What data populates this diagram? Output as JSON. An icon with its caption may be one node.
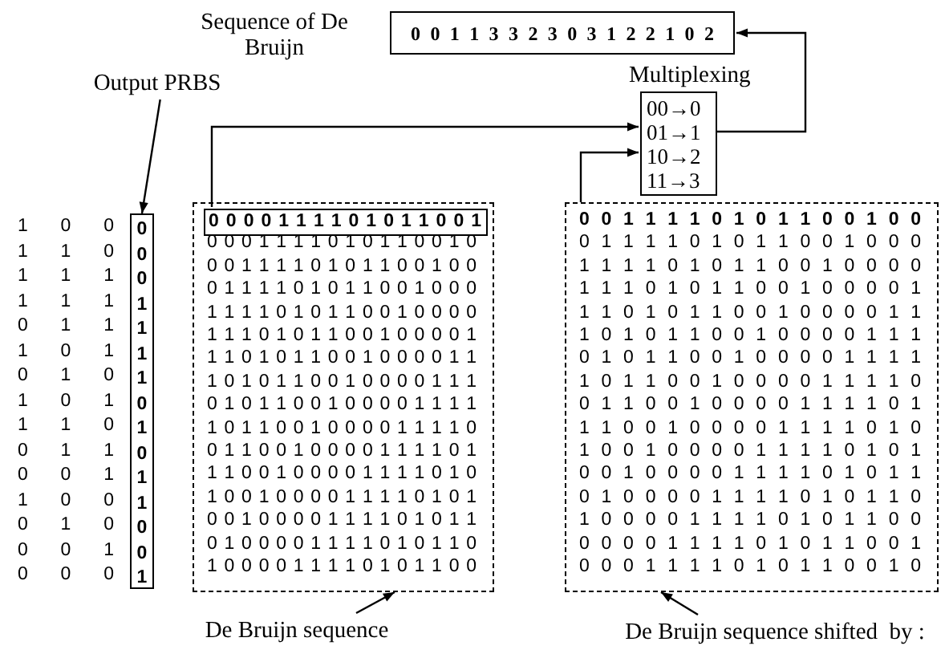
{
  "diagram": {
    "nodes": [
      {
        "text": [
          "0 0 1 1 3 3 2 3 0 3 1 2 2 1 0 2"
        ]
      },
      {
        "text": [
          "00→0",
          "01→1",
          "10→2",
          "11→3"
        ],
        "beside": [
          "Multiplexing"
        ]
      },
      {
        "text": [
          "Output PRBS"
        ]
      },
      {
        "text": [
          "0 0 0 1 1 1 1 0 1 0 1 1 0 0 1"
        ]
      },
      {
        "text": [
          "0 0 0 1 1 1 1 0 1 0 1 1 0 0 1 0",
          "0 0 1 1 1 1 0 1 0 1 1 0 0 1 0 0",
          "0 1 1 1 1 0 1 0 1 1 0 0 1 0 0 0",
          "1 1 1 1 0 1 0 1 1 0 0 1 0 0 0 0",
          "1 1 1 0 1 0 1 1 0 0 1 0 0 0 0 1",
          "1 1 0 1 0 1 1 0 0 1 0 0 0 0 1 1",
          "1 0 1 0 1 1 0 0 1 0 0 0 0 1 1 1",
          "0 1 0 1 1 0 0 1 0 0 0 0 1 1 1 1",
          "1 0 1 1 0 0 1 0 0 0 0 1 1 1 1 0",
          "0 1 1 0 0 1 0 0 0 0 1 1 1 1 0 1",
          "1 1 0 0 1 0 0 0 0 1 1 1 1 0 1 0",
          "1 0 0 1 0 0 0 0 1 1 1 1 0 1 0 1",
          "0 0 1 0 0 0 0 1 1 1 1 0 1 0 1 1",
          "0 1 0 0 0 0 1 1 1 1 0 1 0 1 1 0",
          "1 0 0 0 0 1 1 1 1 0 1 0 1 1 0 0"
        ]
      },
      {
        "text": [
          "0 0 0 0 1 1 1 1 0 1 0 1 1 0 0 1"
        ],
        "in": 4
      },
      {
        "text": [
          "0 0 1 1 1 1 0 1 0 1 1 0 0 1 0 0",
          "0 1 1 1 1 0 1 0 1 1 0 0 1 0 0 0",
          "1 1 1 1 0 1 0 1 1 0 0 1 0 0 0 0",
          "1 1 1 0 1 0 1 1 0 0 1 0 0 0 0 1",
          "1 1 0 1 0 1 1 0 0 1 0 0 0 0 1 1",
          "1 0 1 0 1 1 0 0 1 0 0 0 0 1 1 1",
          "0 1 0 1 1 0 0 1 0 0 0 0 1 1 1 1",
          "1 0 1 1 0 0 1 0 0 0 0 1 1 1 1 0",
          "0 1 1 0 0 1 0 0 0 0 1 1 1 1 0 1",
          "1 1 0 0 1 0 0 0 0 1 1 1 1 0 1 0",
          "1 0 0 1 0 0 0 0 1 1 1 1 0 1 0 1",
          "0 0 1 0 0 0 0 1 1 1 1 0 1 0 1 1",
          "0 1 0 0 0 0 1 1 1 1 0 1 0 1 1 0",
          "1 0 0 0 0 1 1 1 1 0 1 0 1 1 0 0",
          "0 0 0 0 1 1 1 1 0 1 0 1 1 0 0 1",
          "0 0 0 1 1 1 1 0 1 0 1 1 0 0 1 0"
        ]
      },
      {
        "text": [
          "De Bruijn sequence"
        ]
      },
      {
        "text": [
          "De Bruijn sequence shifted  by :"
        ]
      }
    ],
    "edges": [
      {
        "from": 2,
        "to": 3,
        "arrow": "to"
      },
      {
        "from": 5,
        "to": 1,
        "arrow": "to"
      },
      {
        "from": 6,
        "to": 1,
        "arrow": "to"
      },
      {
        "from": 1,
        "to": 0,
        "arrow": "to"
      },
      {
        "from": 7,
        "to": 4,
        "arrow": "to"
      },
      {
        "from": 8,
        "to": 6,
        "arrow": "to"
      }
    ],
    "labels": [
      "Sequence of De Bruijn",
      "1 0 0",
      "1 1 0",
      "1 1 1",
      "1 1 1",
      "0 1 1",
      "1 0 1",
      "0 1 0",
      "1 0 1",
      "1 1 0",
      "0 1 1",
      "0 0 1",
      "1 0 0",
      "0 1 0",
      "0 0 1",
      "0 0 0"
    ]
  }
}
